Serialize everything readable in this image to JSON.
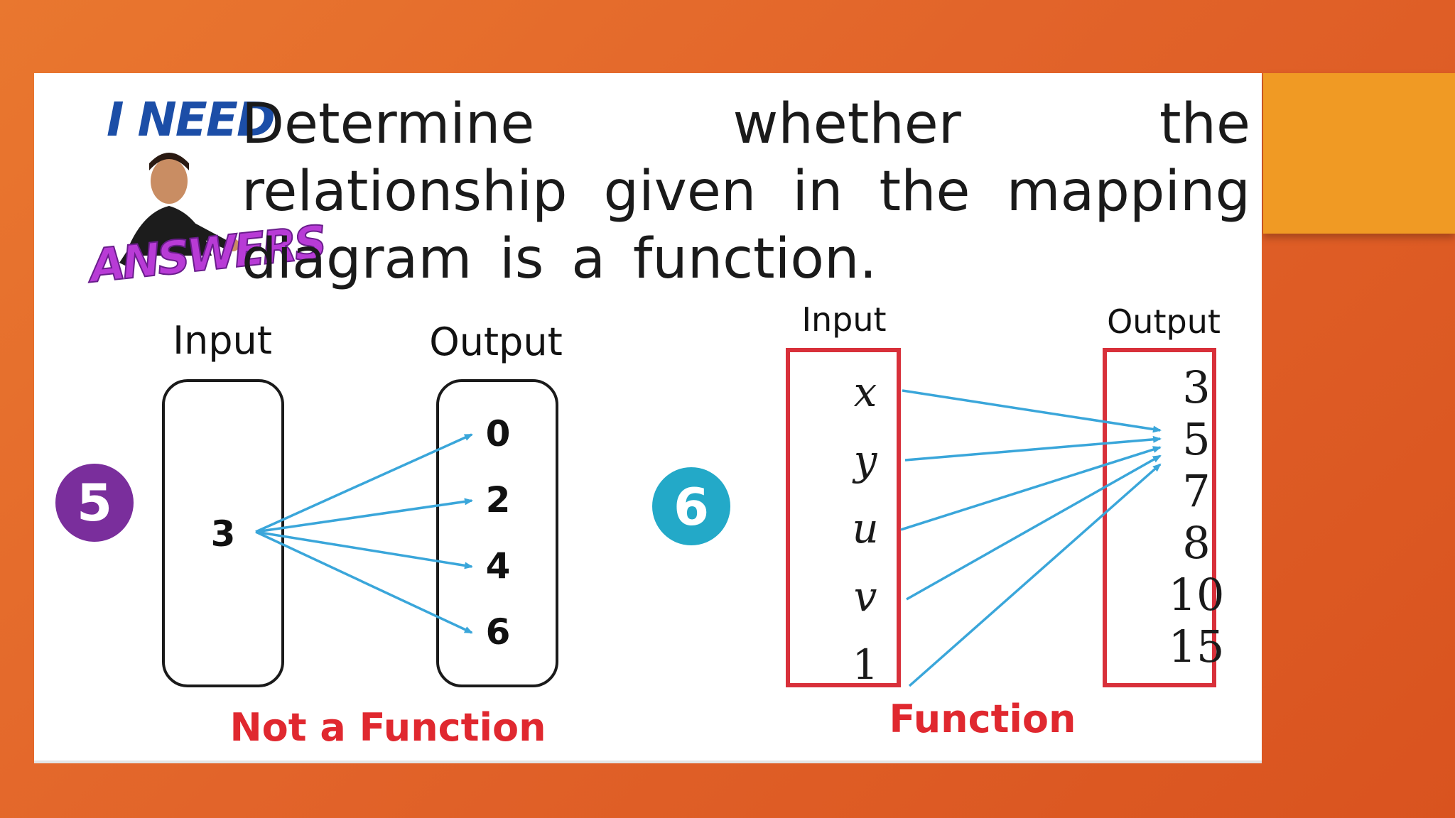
{
  "sticker": {
    "top_text": "I NEED",
    "bottom_text": "ANSWERS",
    "icon": "person-avatar-icon"
  },
  "prompt": "Determine whether the relationship given in the mapping diagram is a function.",
  "problem5": {
    "number": "5",
    "badge_color": "#7a2e9c",
    "input_header": "Input",
    "output_header": "Output",
    "inputs": [
      "3"
    ],
    "outputs": [
      "0",
      "2",
      "4",
      "6"
    ],
    "mappings": [
      [
        "3",
        "0"
      ],
      [
        "3",
        "2"
      ],
      [
        "3",
        "4"
      ],
      [
        "3",
        "6"
      ]
    ],
    "answer": "Not a Function"
  },
  "problem6": {
    "number": "6",
    "badge_color": "#23a9c8",
    "input_header": "Input",
    "output_header": "Output",
    "inputs": [
      "x",
      "y",
      "u",
      "v",
      "1"
    ],
    "outputs": [
      "3",
      "5",
      "7",
      "8",
      "10",
      "15"
    ],
    "mappings": [
      [
        "x",
        "5"
      ],
      [
        "y",
        "5"
      ],
      [
        "u",
        "5"
      ],
      [
        "v",
        "5"
      ],
      [
        "1",
        "5"
      ]
    ],
    "answer": "Function"
  },
  "colors": {
    "arrow": "#3aa6da",
    "answer": "#e0282f",
    "box6": "#d8303a",
    "accent": "#f09a24"
  }
}
